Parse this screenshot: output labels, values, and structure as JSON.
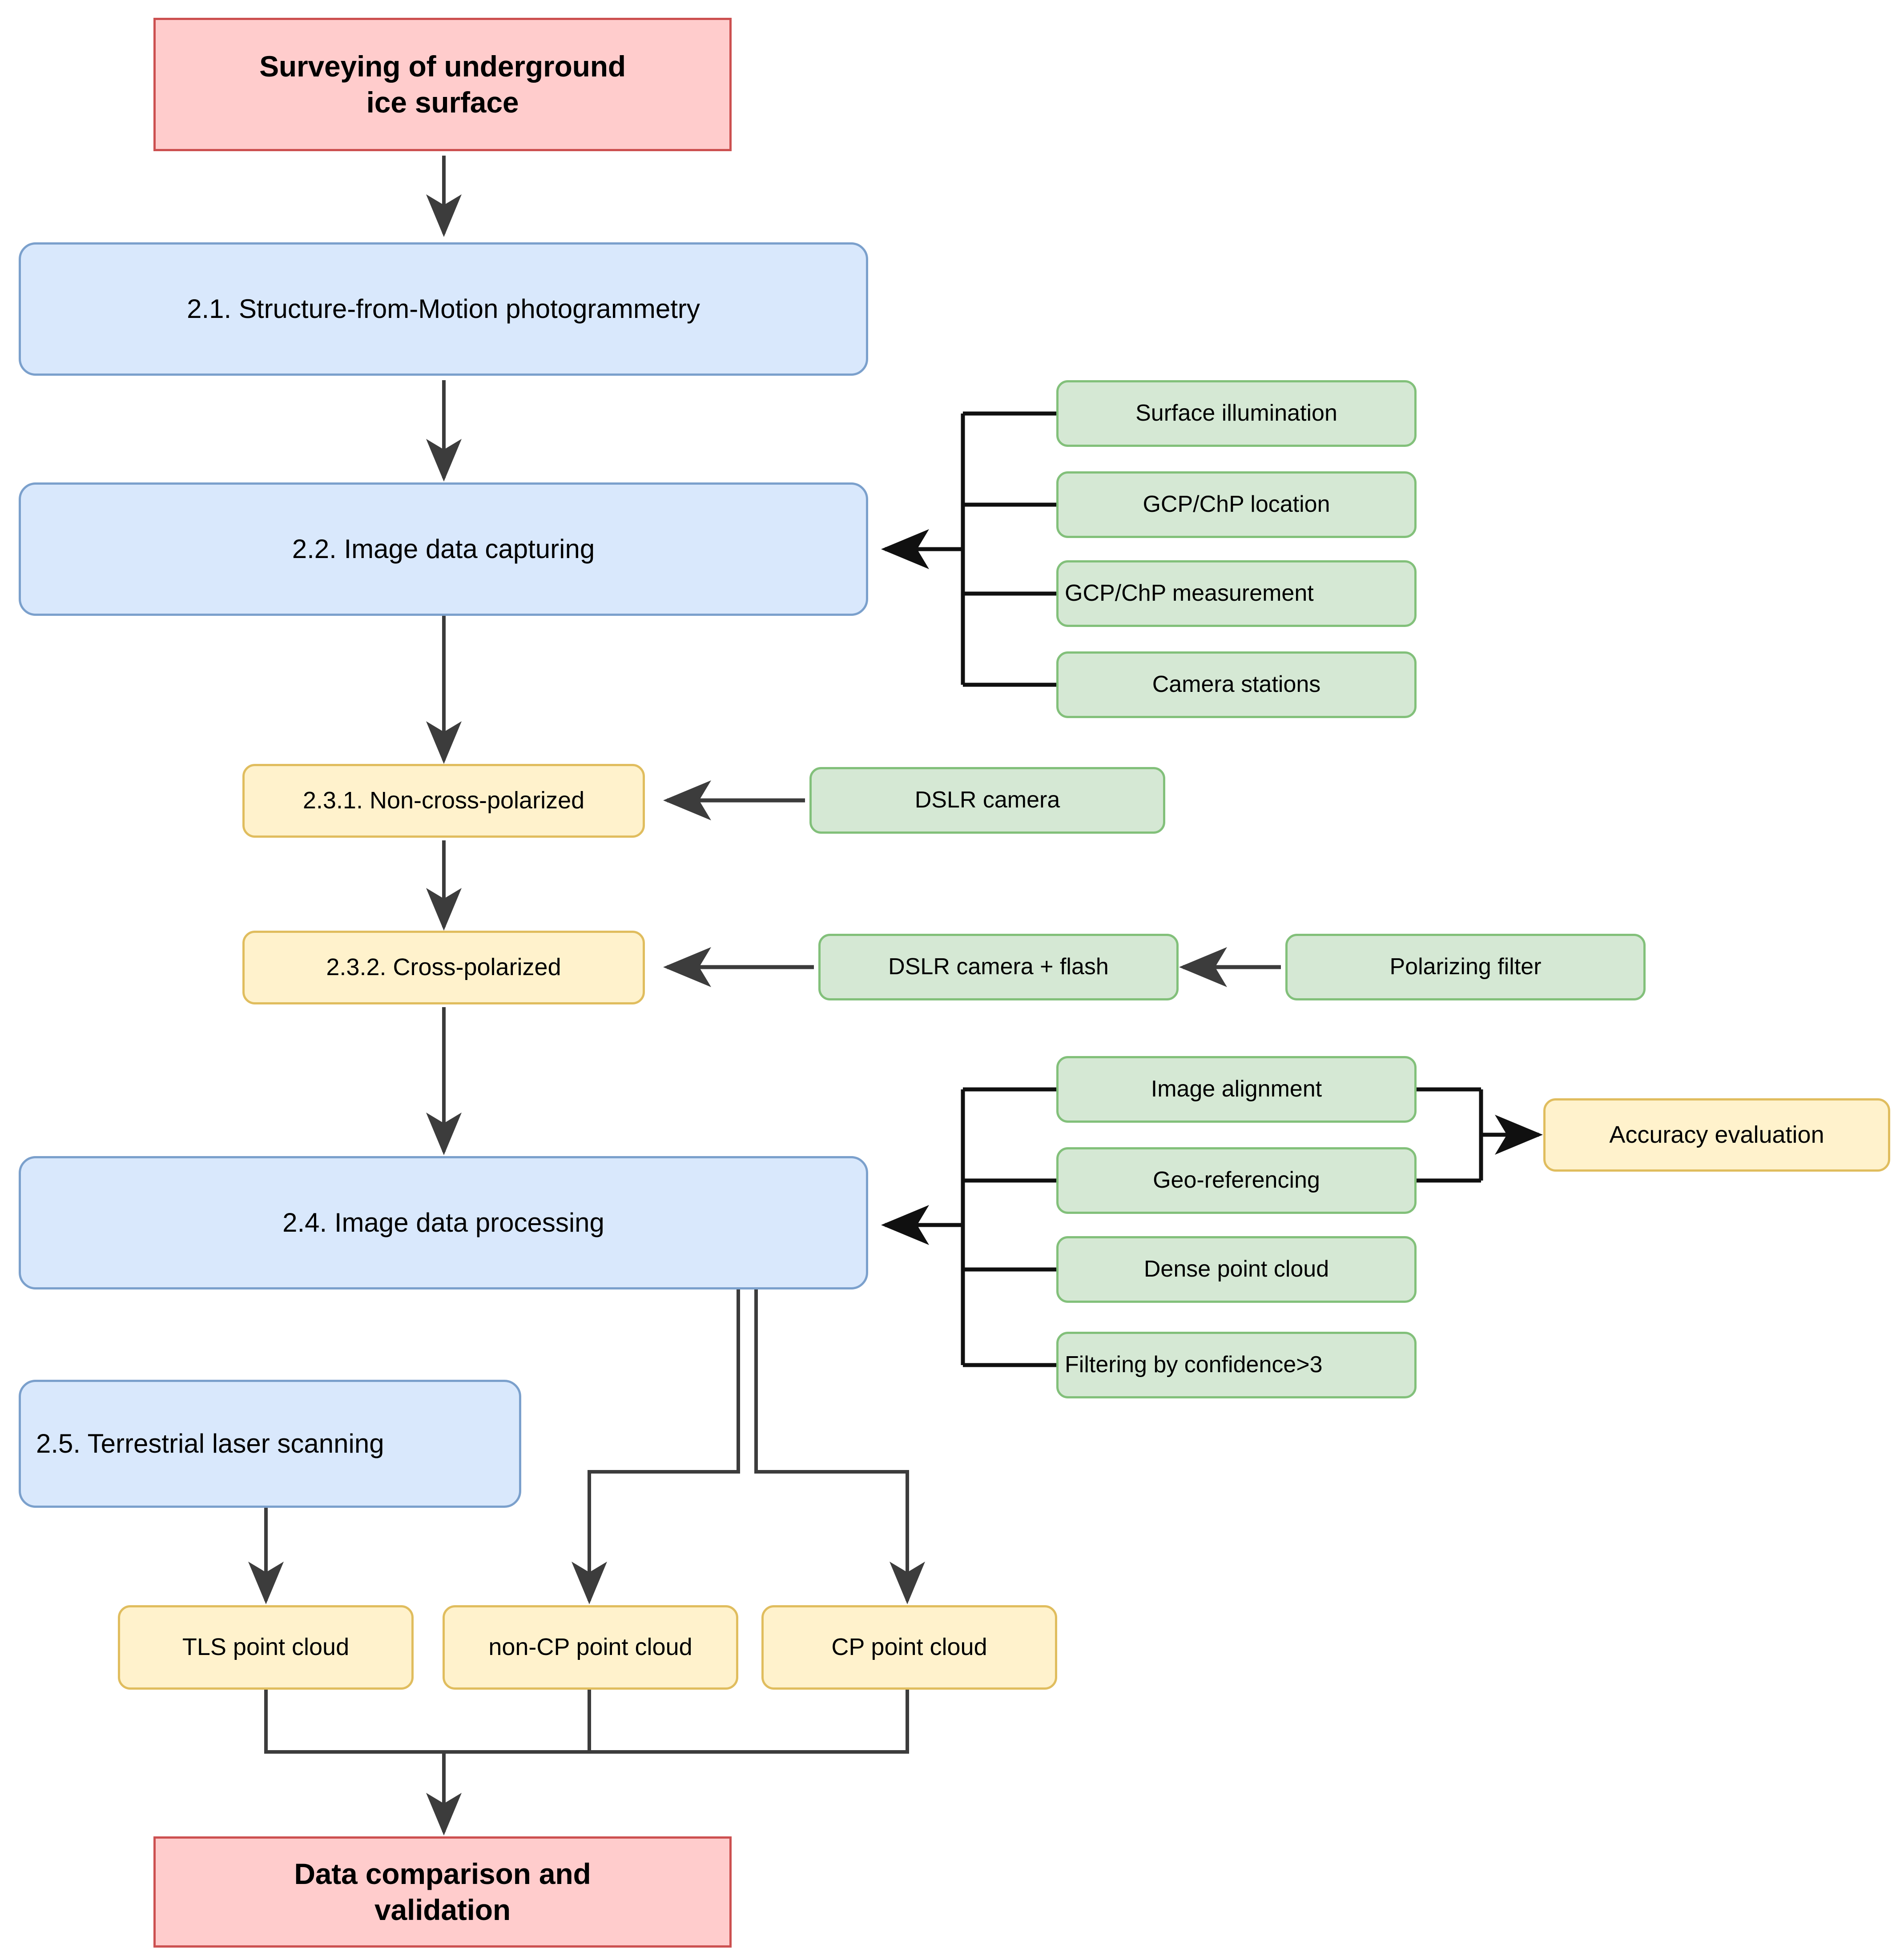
{
  "diagram": {
    "title": "Surveying of underground ice surface workflow",
    "colors": {
      "terminal_fill": "#ffcccc",
      "terminal_border": "#cc5050",
      "stage_fill": "#d9e8fc",
      "stage_border": "#7ba0cc",
      "sub_fill": "#fff2cc",
      "sub_border": "#e0bd5e",
      "aux_fill": "#d5e8d4",
      "aux_border": "#82c07a",
      "connector": "#3c3c3c",
      "bracket": "#000000",
      "background": "#ffffff"
    }
  },
  "nodes": {
    "start": {
      "label": "Surveying of underground ice surface",
      "line1": "Surveying of underground",
      "line2": "ice surface"
    },
    "stage_21": {
      "label": "2.1. Structure-from-Motion photogrammetry"
    },
    "stage_22": {
      "label": "2.2. Image data capturing"
    },
    "sub_231": {
      "label": "2.3.1. Non-cross-polarized"
    },
    "sub_232": {
      "label": "2.3.2. Cross-polarized"
    },
    "stage_24": {
      "label": "2.4. Image data processing"
    },
    "stage_25": {
      "label": "2.5. Terrestrial laser scanning"
    },
    "end": {
      "label": "Data comparison and validation",
      "line1": "Data comparison and",
      "line2": "validation"
    },
    "accuracy": {
      "label": "Accuracy evaluation"
    },
    "tls_cloud": {
      "label": "TLS point cloud"
    },
    "noncp_cloud": {
      "label": "non-CP point cloud"
    },
    "cp_cloud": {
      "label": "CP point cloud"
    },
    "dslr_camera": {
      "label": "DSLR camera"
    },
    "dslr_flash": {
      "label": "DSLR camera + flash"
    },
    "polarizing_filter": {
      "label": "Polarizing filter"
    }
  },
  "capture_inputs": [
    {
      "label": "Surface illumination"
    },
    {
      "label": "GCP/ChP location"
    },
    {
      "label": "GCP/ChP measurement"
    },
    {
      "label": "Camera stations"
    }
  ],
  "processing_steps": [
    {
      "label": "Image alignment"
    },
    {
      "label": "Geo-referencing"
    },
    {
      "label": "Dense point cloud"
    },
    {
      "label": "Filtering by confidence>3"
    }
  ]
}
